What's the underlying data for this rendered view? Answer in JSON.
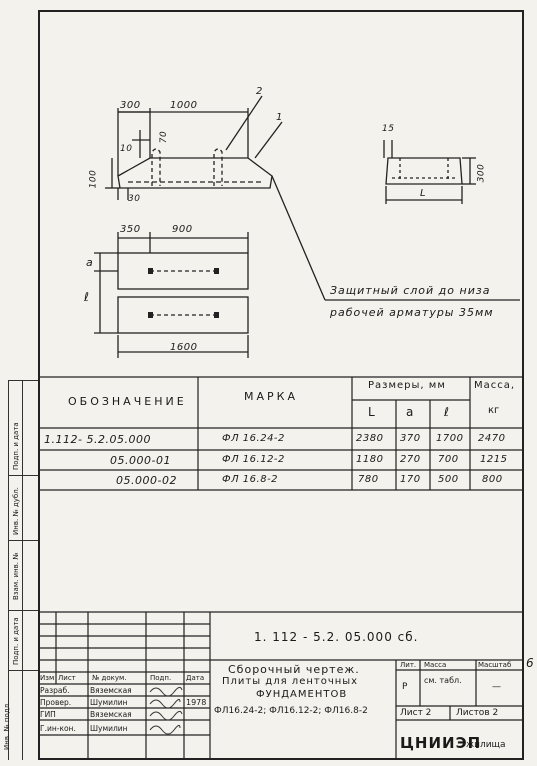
{
  "drawing": {
    "dims_top": [
      "300",
      "1000"
    ],
    "callouts": [
      "2",
      "1"
    ],
    "dims_left": [
      "10",
      "70",
      "100",
      "30"
    ],
    "section_dims": [
      "15",
      "300",
      "L"
    ],
    "plan_dims": [
      "350",
      "900",
      "a",
      "ℓ",
      "1600"
    ],
    "note_line1": "Защитный слой до низа",
    "note_line2": "рабочей арматуры 35мм"
  },
  "table": {
    "col_designation": "Обозначение",
    "col_mark": "Марка",
    "col_dims": "Размеры, мм",
    "col_mass": "Масса,",
    "sub_L": "L",
    "sub_a": "a",
    "sub_l": "ℓ",
    "sub_kg": "кг",
    "rows": [
      {
        "designation": "1.112- 5.2.05.000",
        "mark": "ФЛ 16.24-2",
        "L": "2380",
        "a": "370",
        "l": "1700",
        "mass": "2470"
      },
      {
        "designation": "05.000-01",
        "mark": "ФЛ 16.12-2",
        "L": "1180",
        "a": "270",
        "l": "700",
        "mass": "1215"
      },
      {
        "designation": "05.000-02",
        "mark": "ФЛ 16.8-2",
        "L": "780",
        "a": "170",
        "l": "500",
        "mass": "800"
      }
    ]
  },
  "title_block": {
    "doc_code": "1. 112 - 5.2. 05.000 сб.",
    "title_line1": "Сборочный чертеж.",
    "title_line2": "Плиты для ленточных",
    "title_line3": "фундаментов",
    "title_line4": "ФЛ16.24-2; ФЛ16.12-2; ФЛ16.8-2",
    "head_izm": "Изм",
    "head_list": "Лист",
    "head_doc": "№ докум.",
    "head_sign": "Подп.",
    "head_date": "Дата",
    "roles": [
      {
        "role": "Разраб.",
        "name": "Вяземская"
      },
      {
        "role": "Провер.",
        "name": "Шумилин",
        "date": "1978"
      },
      {
        "role": "ГИП",
        "name": "Вяземская"
      },
      {
        "role": "Г.ин-кон.",
        "name": "Шумилин"
      }
    ],
    "lit": "Лит.",
    "massa": "Масса",
    "masshtab": "Масштаб",
    "lit_val": "Р",
    "massa_val": "см. табл.",
    "masshtab_val": "—",
    "sheet": "Лист 2",
    "sheets": "Листов 2",
    "org": "ЦНИИЭП",
    "org_sub": "жилища",
    "margin_mark": "6"
  },
  "side": {
    "labels": [
      "Инв. № подл.",
      "Подп. и дата",
      "Взам. инв. №",
      "Инв. № дубл.",
      "Подп. и дата"
    ]
  }
}
